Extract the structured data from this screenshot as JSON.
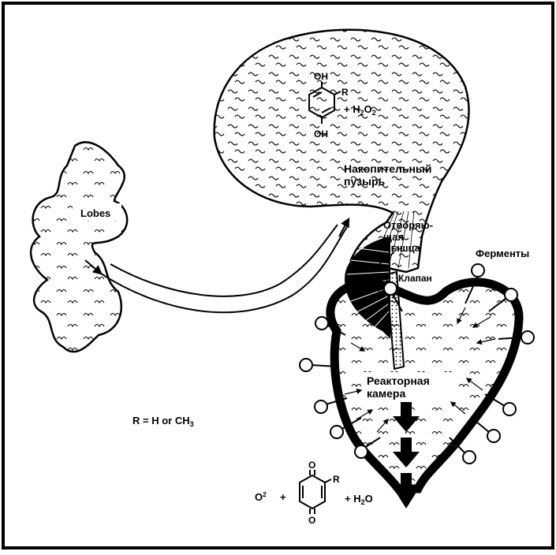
{
  "labels": {
    "lobes": "Lobes",
    "reservoir_line1": "Накопительный",
    "reservoir_line2": "пузырь",
    "muscle_line1": "Отворяю-",
    "muscle_line2": "щая",
    "muscle_line3": "мышца",
    "valve": "Клапан",
    "enzymes": "Ферменты",
    "chamber_line1": "Реакторная",
    "chamber_line2": "камера"
  },
  "formulas": {
    "oh_top": "OH",
    "oh_bottom": "OH",
    "r_top": "R",
    "plus_h2o2": "+ H",
    "h2o2_sub": "2",
    "h2o2_o": "O",
    "h2o2_sub2": "2",
    "r_def_main": "R = H or CH",
    "r_def_sub": "3",
    "o2": "O",
    "o2_sup": "2",
    "plus1": "+",
    "quinone_o_top": "O",
    "quinone_o_bottom": "O",
    "r_bottom": "R",
    "plus_h2o": "+ H",
    "h2o_sub": "2",
    "h2o_o": "O"
  }
}
